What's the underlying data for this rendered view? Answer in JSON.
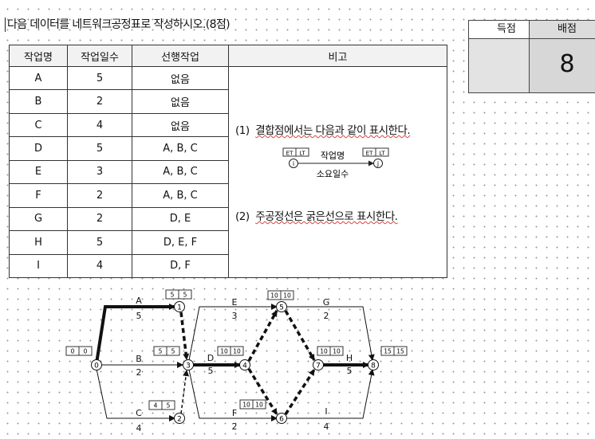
{
  "question": "다음 데이터를 네트워크공정표로 작성하시오.(8점)",
  "table": {
    "headers": [
      "작업명",
      "작업일수",
      "선행작업",
      "비고"
    ],
    "rows": [
      [
        "A",
        "5",
        "없음"
      ],
      [
        "B",
        "2",
        "없음"
      ],
      [
        "C",
        "4",
        "없음"
      ],
      [
        "D",
        "5",
        "A, B, C"
      ],
      [
        "E",
        "3",
        "A, B, C"
      ],
      [
        "F",
        "2",
        "A, B, C"
      ],
      [
        "G",
        "2",
        "D, E"
      ],
      [
        "H",
        "5",
        "D, E, F"
      ],
      [
        "I",
        "4",
        "D, F"
      ]
    ]
  },
  "notes": {
    "note1_num": "(1)",
    "note1_text": "결합점에서는 다음과 같이 표시한다.",
    "note2_num": "(2)",
    "note2_text": "주공정선은 굵은선으로 표시한다.",
    "mini": {
      "left_box": [
        "ET",
        "LT"
      ],
      "right_box": [
        "ET",
        "LT"
      ],
      "top_label": "작업명",
      "bottom_label": "소요일수",
      "start_node": "i",
      "end_node": "j"
    }
  },
  "score": {
    "score_label": "득점",
    "points_label": "배점",
    "points_value": "8",
    "score_value": ""
  },
  "network": {
    "nodes": [
      {
        "id": "0",
        "et": "0",
        "lt": "0"
      },
      {
        "id": "1",
        "et": "5",
        "lt": "5"
      },
      {
        "id": "2",
        "et": "4",
        "lt": "5"
      },
      {
        "id": "3",
        "et": "5",
        "lt": "5"
      },
      {
        "id": "4",
        "et": "10",
        "lt": "10"
      },
      {
        "id": "5",
        "et": "10",
        "lt": "10"
      },
      {
        "id": "6",
        "et": "10",
        "lt": "10"
      },
      {
        "id": "7",
        "et": "10",
        "lt": "10"
      },
      {
        "id": "8",
        "et": "15",
        "lt": "15"
      }
    ],
    "activities": [
      {
        "from": "0",
        "to": "1",
        "name": "A",
        "days": "5",
        "critical": true
      },
      {
        "from": "0",
        "to": "3",
        "name": "B",
        "days": "2",
        "critical": false
      },
      {
        "from": "0",
        "to": "2",
        "name": "C",
        "days": "4",
        "critical": false
      },
      {
        "from": "3",
        "to": "4",
        "name": "D",
        "days": "5",
        "critical": true
      },
      {
        "from": "3",
        "to": "5",
        "name": "E",
        "days": "3",
        "critical": false
      },
      {
        "from": "3",
        "to": "6",
        "name": "F",
        "days": "2",
        "critical": false
      },
      {
        "from": "5",
        "to": "8",
        "name": "G",
        "days": "2",
        "critical": false
      },
      {
        "from": "7",
        "to": "8",
        "name": "H",
        "days": "5",
        "critical": true
      },
      {
        "from": "6",
        "to": "8",
        "name": "I",
        "days": "4",
        "critical": false
      }
    ],
    "dummies": [
      {
        "from": "1",
        "to": "3"
      },
      {
        "from": "2",
        "to": "3"
      },
      {
        "from": "4",
        "to": "5"
      },
      {
        "from": "4",
        "to": "6"
      },
      {
        "from": "5",
        "to": "7"
      },
      {
        "from": "6",
        "to": "7"
      }
    ]
  }
}
